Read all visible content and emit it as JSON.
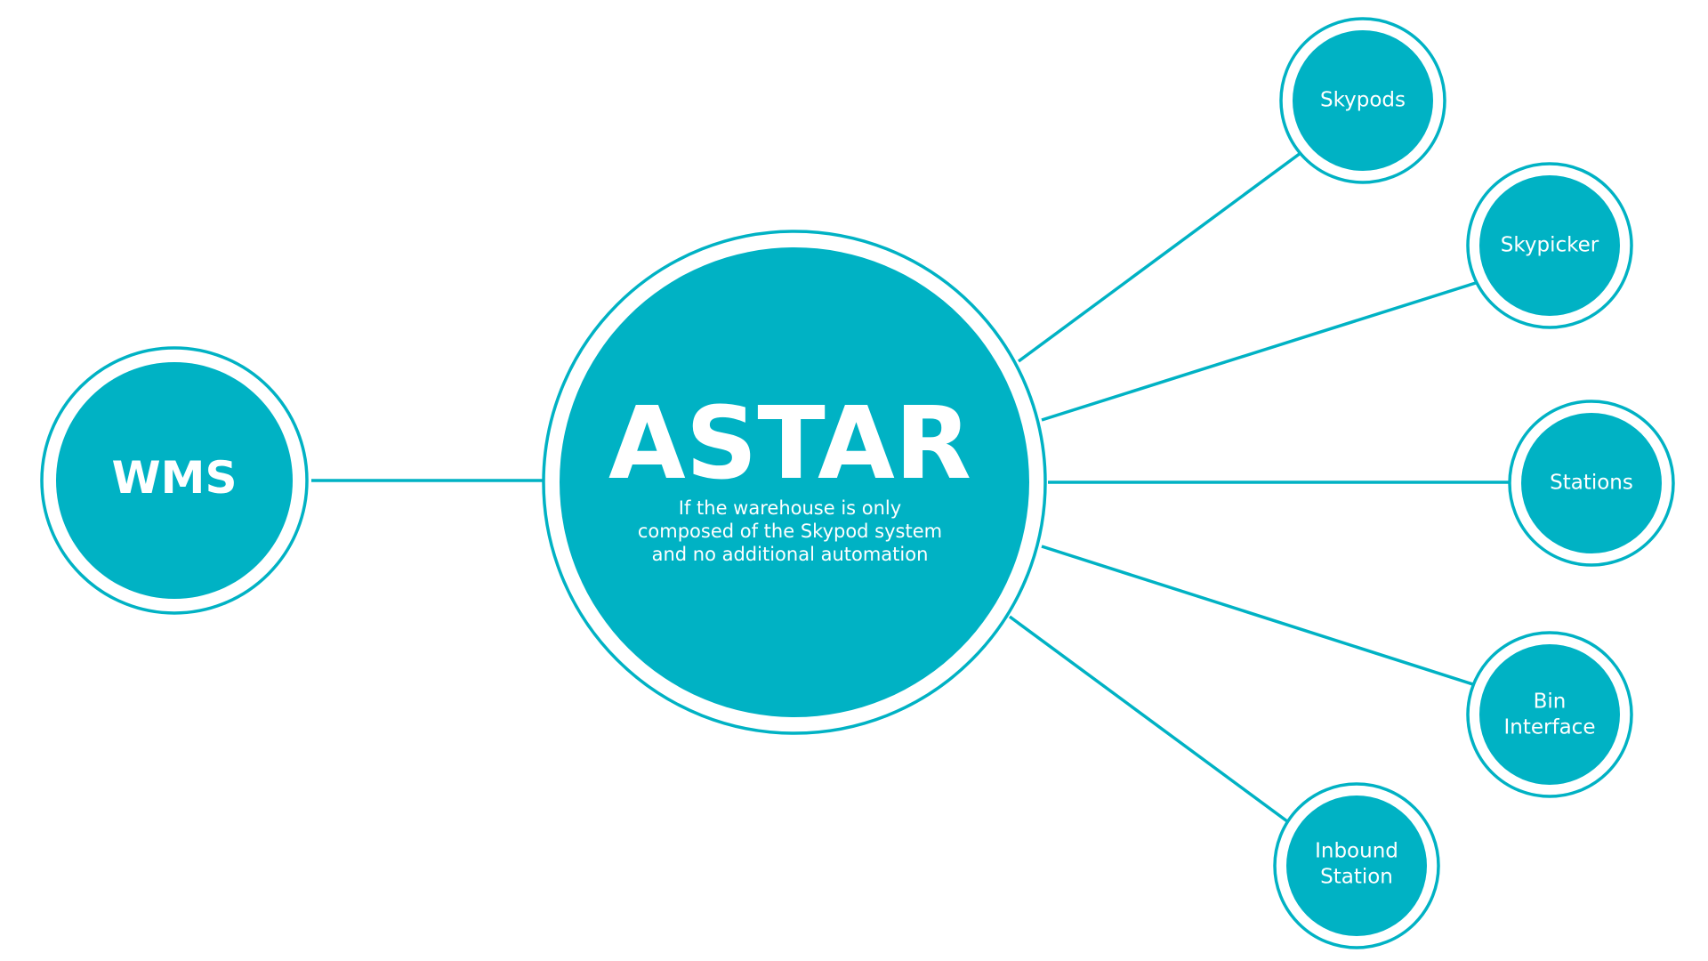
{
  "colors": {
    "primary": "#00B2C4",
    "background": "#FFFFFF",
    "text": "#FFFFFF"
  },
  "hub": {
    "title": "ASTAR",
    "description_lines": [
      "If the warehouse is only",
      "composed of the Skypod system",
      "and no additional automation"
    ]
  },
  "left_node": {
    "label_lines": [
      "WMS"
    ]
  },
  "right_nodes": [
    {
      "label_lines": [
        "Skypods"
      ]
    },
    {
      "label_lines": [
        "Skypicker"
      ]
    },
    {
      "label_lines": [
        "Stations"
      ]
    },
    {
      "label_lines": [
        "Bin",
        "Interface"
      ]
    },
    {
      "label_lines": [
        "Inbound",
        "Station"
      ]
    }
  ]
}
